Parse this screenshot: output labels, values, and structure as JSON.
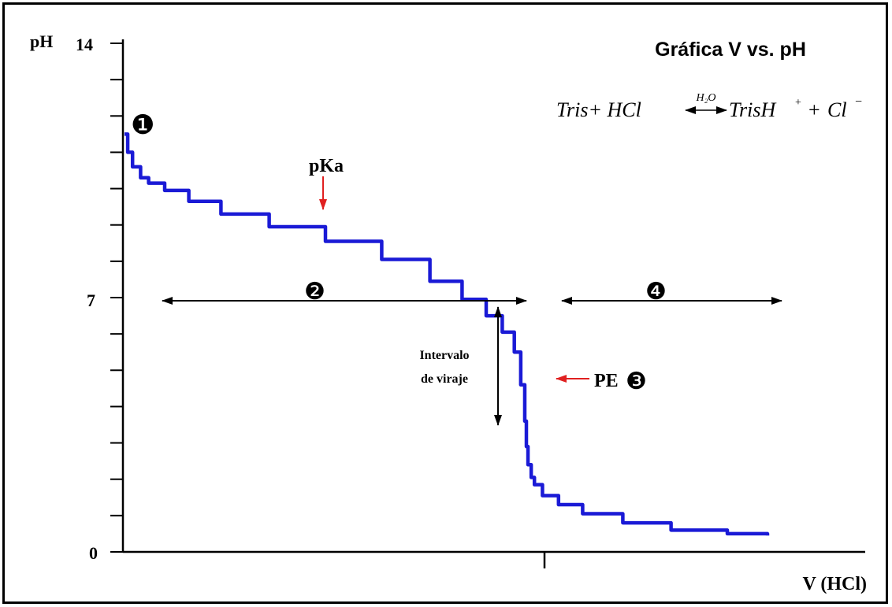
{
  "chart_data": {
    "type": "line",
    "title": "Gráfica V vs. pH",
    "equation": {
      "left": "Tris+ HCl",
      "over_arrow": "H₂O",
      "right_base1": "TrisH",
      "right_sup1": "+",
      "plus": "+",
      "right_base2": "Cl",
      "right_sup2": "−"
    },
    "xlabel": "V (HCl)",
    "ylabel": "pH",
    "ylim": [
      0,
      14
    ],
    "y_tick_labels": [
      "0",
      "7",
      "14"
    ],
    "grid": false,
    "legend": "none",
    "series": [
      {
        "color": "#1a1ad6",
        "x": [
          0,
          0.4,
          1,
          2,
          3,
          5,
          8,
          12,
          18,
          25,
          32,
          38,
          42,
          45,
          47,
          48.5,
          49.3,
          49.8,
          50,
          50.2,
          50.6,
          51,
          52,
          54,
          57,
          62,
          68,
          75,
          80
        ],
        "y": [
          11.5,
          11.0,
          10.6,
          10.3,
          10.15,
          9.95,
          9.65,
          9.3,
          8.95,
          8.55,
          8.05,
          7.45,
          6.95,
          6.5,
          6.05,
          5.5,
          4.6,
          3.6,
          2.9,
          2.4,
          2.05,
          1.85,
          1.55,
          1.3,
          1.05,
          0.8,
          0.6,
          0.5,
          0.45
        ]
      }
    ],
    "annotations": {
      "marker_1": "❶",
      "marker_2": "❷",
      "marker_3": "❸",
      "marker_4": "❹",
      "pka_label": "pKa",
      "pe_label": "PE",
      "interval_line1": "Intervalo",
      "interval_line2": "de viraje"
    },
    "colors": {
      "curve": "#1a1ad6",
      "pointer_arrows": "#e02020"
    }
  }
}
